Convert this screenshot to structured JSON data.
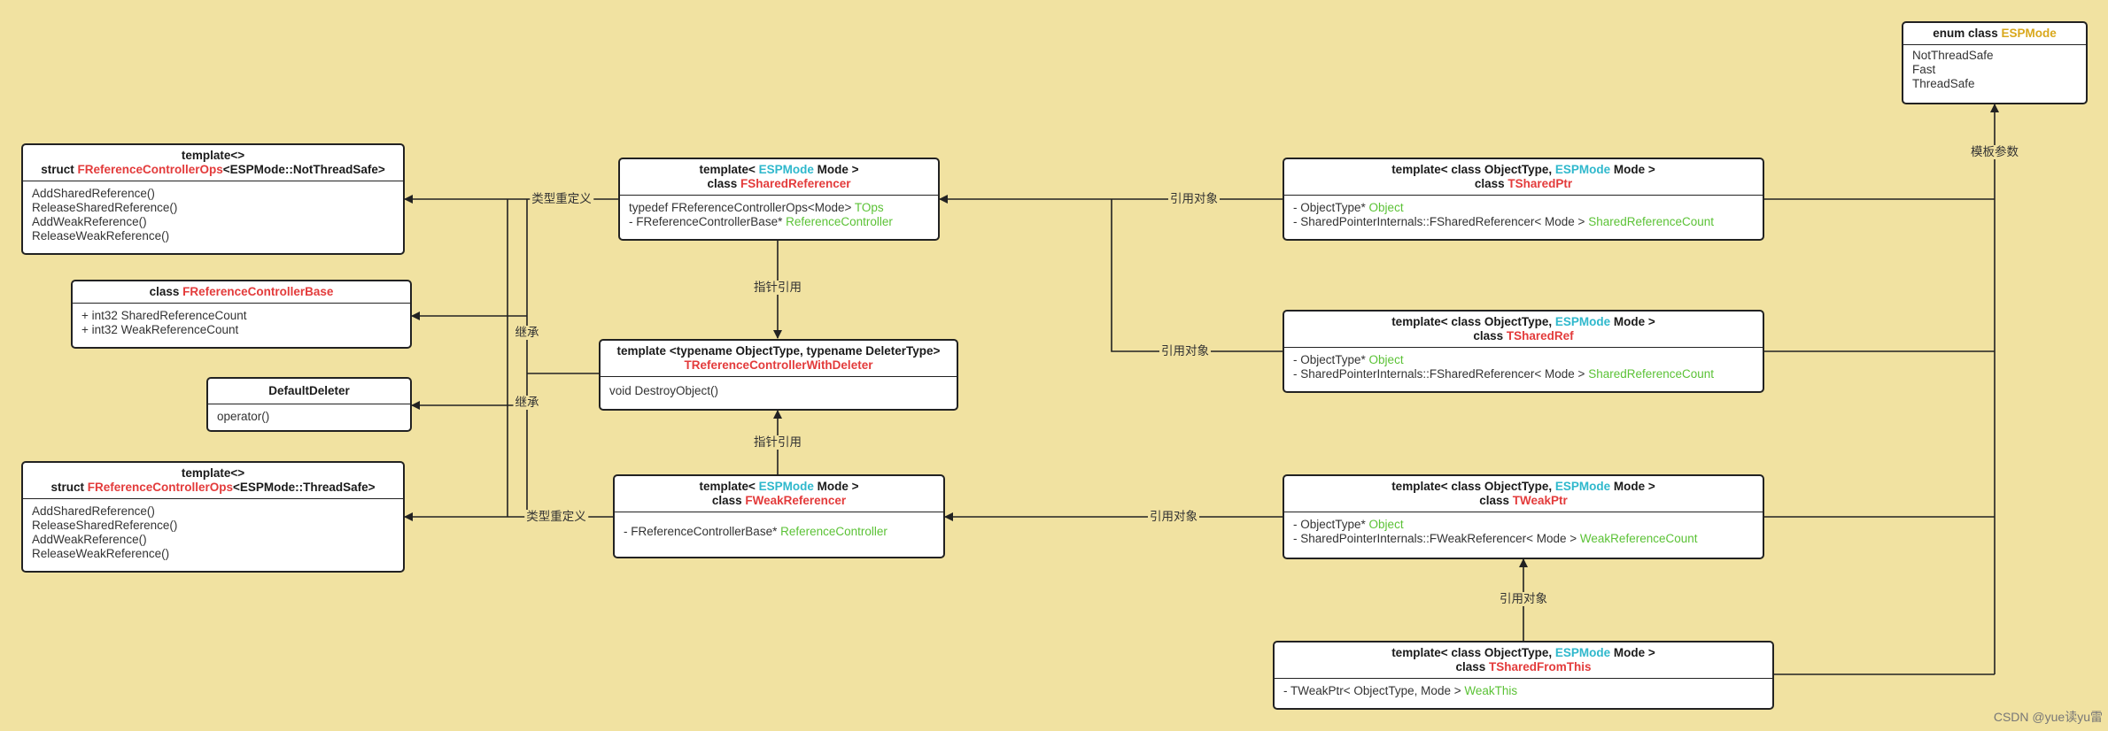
{
  "colors": {
    "background": "#f1e2a1",
    "type_name": "#e33b3b",
    "enum_param": "#2fb8cc",
    "member": "#5bc236",
    "enum_name": "#d9a81c"
  },
  "classes": {
    "espmode": {
      "prefix": "enum class ",
      "name": "ESPMode",
      "members": [
        "NotThreadSafe",
        "Fast",
        "ThreadSafe"
      ]
    },
    "ops_nts": {
      "line1": "template<>",
      "pre": "struct ",
      "name": "FReferenceControllerOps",
      "post": "<ESPMode::NotThreadSafe>",
      "members": [
        "AddSharedReference()",
        "ReleaseSharedReference()",
        "AddWeakReference()",
        "ReleaseWeakReference()"
      ]
    },
    "ctrl_base": {
      "pre": "class ",
      "name": "FReferenceControllerBase",
      "members": [
        "+ int32 SharedReferenceCount",
        "+ int32 WeakReferenceCount"
      ]
    },
    "default_deleter": {
      "name": "DefaultDeleter",
      "members": [
        "operator()"
      ]
    },
    "ops_ts": {
      "line1": "template<>",
      "pre": "struct ",
      "name": "FReferenceControllerOps",
      "post": "<ESPMode::ThreadSafe>",
      "members": [
        "AddSharedReference()",
        "ReleaseSharedReference()",
        "AddWeakReference()",
        "ReleaseWeakReference()"
      ]
    },
    "shared_referencer": {
      "pre1": "template< ",
      "param": "ESPMode",
      "post1": " Mode >",
      "pre2": "class ",
      "name": "FSharedReferencer",
      "m1_text": "typedef FReferenceControllerOps<Mode> ",
      "m1_hi": "TOps",
      "m2_text": "- FReferenceControllerBase* ",
      "m2_hi": "ReferenceController"
    },
    "with_deleter": {
      "line1": "template <typename ObjectType, typename DeleterType>",
      "name": "TReferenceControllerWithDeleter",
      "members": [
        "void DestroyObject()"
      ]
    },
    "weak_referencer": {
      "pre1": "template< ",
      "param": "ESPMode",
      "post1": " Mode >",
      "pre2": "class ",
      "name": "FWeakReferencer",
      "m1_text": "- FReferenceControllerBase* ",
      "m1_hi": "ReferenceController"
    },
    "shared_ptr": {
      "pre1": "template< class ObjectType, ",
      "param": "ESPMode",
      "post1": " Mode >",
      "pre2": "class ",
      "name": "TSharedPtr",
      "m1_text": "- ObjectType* ",
      "m1_hi": "Object",
      "m2_text": "- SharedPointerInternals::FSharedReferencer< Mode > ",
      "m2_hi": "SharedReferenceCount"
    },
    "shared_ref": {
      "pre1": "template< class ObjectType, ",
      "param": "ESPMode",
      "post1": " Mode >",
      "pre2": "class ",
      "name": "TSharedRef",
      "m1_text": "- ObjectType* ",
      "m1_hi": "Object",
      "m2_text": "- SharedPointerInternals::FSharedReferencer< Mode > ",
      "m2_hi": "SharedReferenceCount"
    },
    "weak_ptr": {
      "pre1": "template< class ObjectType, ",
      "param": "ESPMode",
      "post1": " Mode >",
      "pre2": "class ",
      "name": "TWeakPtr",
      "m1_text": "- ObjectType* ",
      "m1_hi": "Object",
      "m2_text": "- SharedPointerInternals::FWeakReferencer< Mode > ",
      "m2_hi": "WeakReferenceCount"
    },
    "shared_from_this": {
      "pre1": "template< class ObjectType, ",
      "param": "ESPMode",
      "post1": " Mode >",
      "pre2": "class ",
      "name": "TSharedFromThis",
      "m1_text": "- TWeakPtr< ObjectType, Mode > ",
      "m1_hi": "WeakThis"
    }
  },
  "edge_labels": {
    "typedef_top": "类型重定义",
    "typedef_bottom": "类型重定义",
    "inherit_1": "继承",
    "inherit_2": "继承",
    "pointer_ref_1": "指针引用",
    "pointer_ref_2": "指针引用",
    "ref_obj_1": "引用对象",
    "ref_obj_2": "引用对象",
    "ref_obj_3": "引用对象",
    "ref_obj_4": "引用对象",
    "template_param": "模板参数"
  },
  "watermark": "CSDN @yue读yu雷"
}
